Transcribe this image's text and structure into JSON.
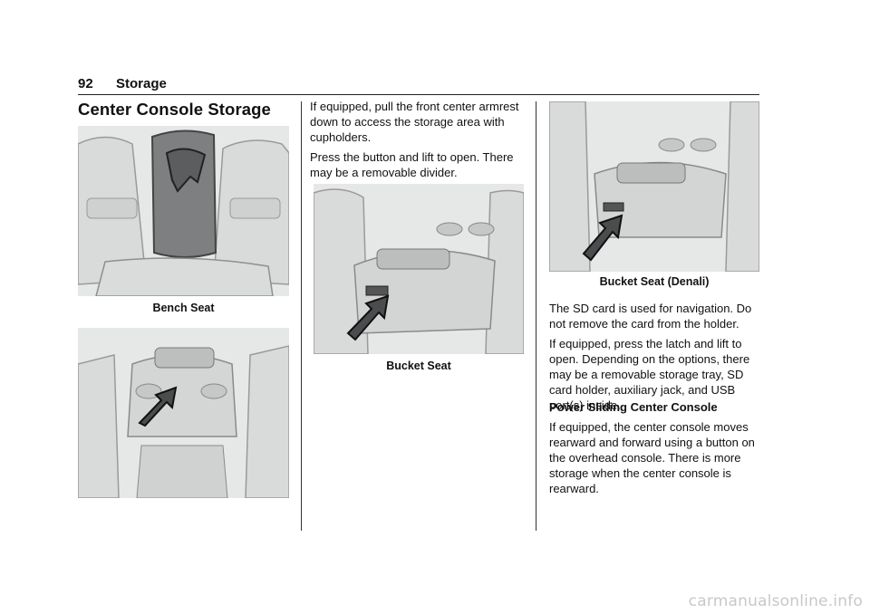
{
  "header": {
    "page_number": "92",
    "section": "Storage"
  },
  "title": "Center Console Storage",
  "figures": {
    "bench_seat": {
      "caption": "Bench Seat"
    },
    "front_console": {},
    "bucket_seat": {
      "caption": "Bucket Seat"
    },
    "bucket_seat_denali": {
      "caption": "Bucket Seat (Denali)"
    }
  },
  "col2": {
    "p1": "If equipped, pull the front center armrest down to access the storage area with cupholders.",
    "p2": "Press the button and lift to open. There may be a removable divider."
  },
  "col3": {
    "p1": "The SD card is used for navigation. Do not remove the card from the holder.",
    "p2": "If equipped, press the latch and lift to open. Depending on the options, there may be a removable storage tray, SD card holder, auxiliary jack, and USB port(s) inside.",
    "heading": "Power Sliding Center Console",
    "p3": "If equipped, the center console moves rearward and forward using a button on the overhead console. There is more storage when the center console is rearward."
  },
  "watermark": "carmanualsonline.info"
}
